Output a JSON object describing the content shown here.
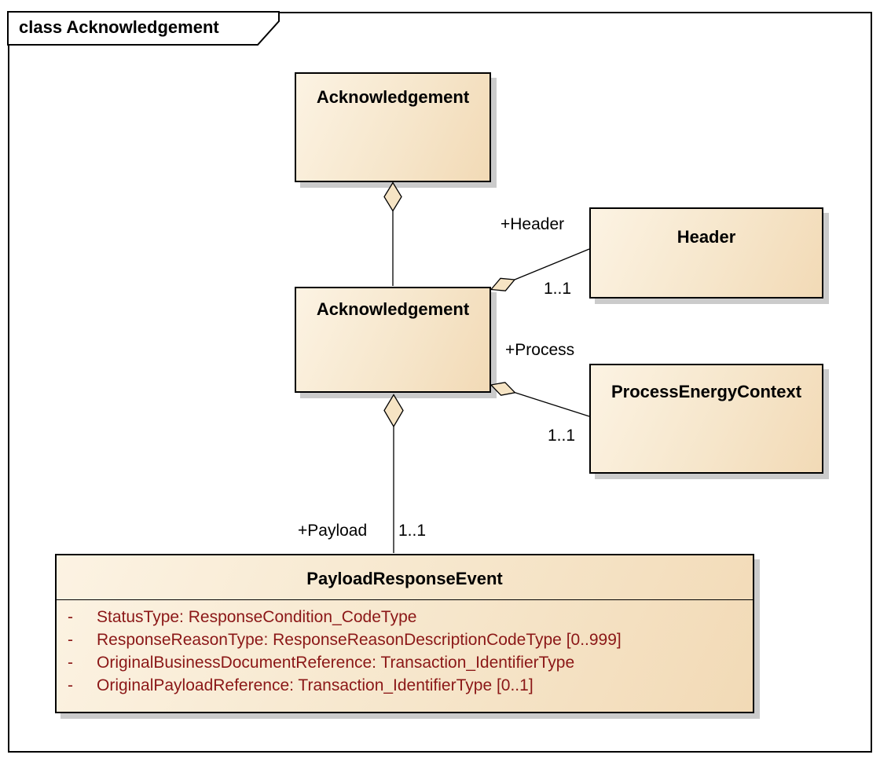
{
  "frame": {
    "label": "class Acknowledgement"
  },
  "classes": {
    "ack_top": {
      "name": "Acknowledgement"
    },
    "ack_mid": {
      "name": "Acknowledgement"
    },
    "header": {
      "name": "Header"
    },
    "process": {
      "name": "ProcessEnergyContext"
    },
    "payload": {
      "name": "PayloadResponseEvent",
      "attributes": [
        {
          "vis": "-",
          "text": "StatusType: ResponseCondition_CodeType"
        },
        {
          "vis": "-",
          "text": "ResponseReasonType: ResponseReasonDescriptionCodeType [0..999]"
        },
        {
          "vis": "-",
          "text": "OriginalBusinessDocumentReference: Transaction_IdentifierType"
        },
        {
          "vis": "-",
          "text": "OriginalPayloadReference: Transaction_IdentifierType [0..1]"
        }
      ]
    }
  },
  "associations": {
    "header": {
      "role": "+Header",
      "multiplicity": "1..1"
    },
    "process": {
      "role": "+Process",
      "multiplicity": "1..1"
    },
    "payload": {
      "role": "+Payload",
      "multiplicity": "1..1"
    }
  },
  "colors": {
    "box_fill_light": "#FCF3E3",
    "box_fill_dark": "#F2DAB6",
    "diamond_fill": "#F6E4C4",
    "attribute_text": "#8B1717",
    "shadow": "#CBCBCB",
    "border": "#000000"
  }
}
